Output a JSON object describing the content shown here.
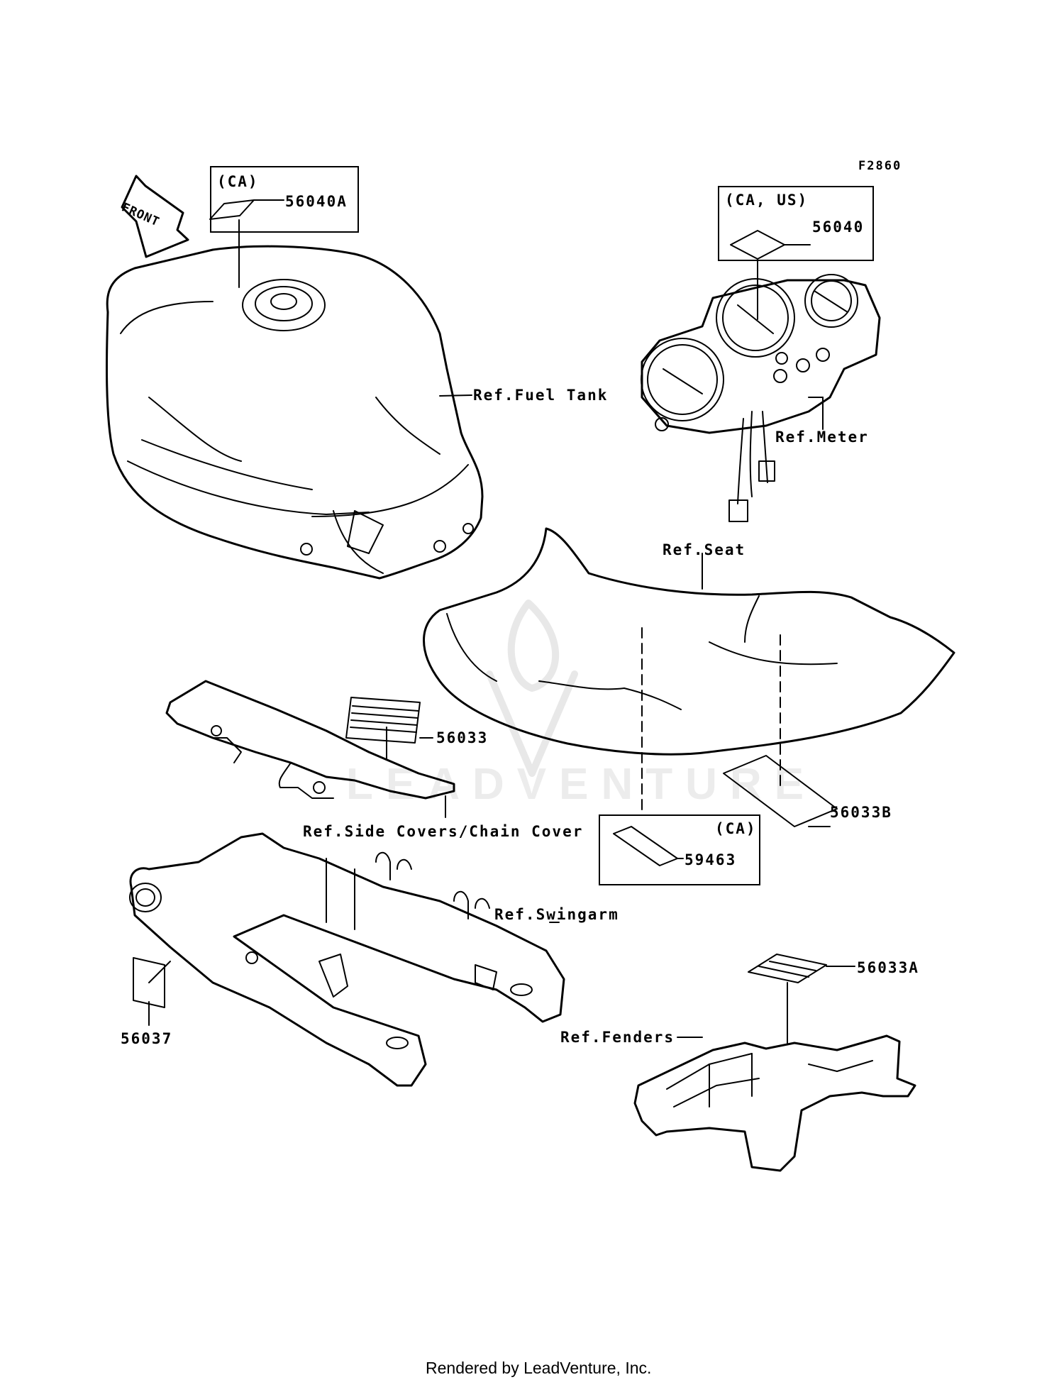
{
  "figure_id": "F2860",
  "front_label": "FRONT",
  "watermark": "LEADVENTURE",
  "footer": "Rendered by LeadVenture, Inc.",
  "callouts": {
    "box_56040a": {
      "region": "(CA)",
      "part": "56040A"
    },
    "box_56040": {
      "region": "(CA, US)",
      "part": "56040"
    },
    "box_59463": {
      "region": "(CA)",
      "part": "59463"
    },
    "p56033": "56033",
    "p56033b": "56033B",
    "p56033a": "56033A",
    "p56037": "56037"
  },
  "references": {
    "fuel_tank": "Ref.Fuel Tank",
    "meter": "Ref.Meter",
    "seat": "Ref.Seat",
    "side_covers": "Ref.Side Covers/Chain Cover",
    "swingarm": "Ref.Swingarm",
    "fenders": "Ref.Fenders"
  }
}
